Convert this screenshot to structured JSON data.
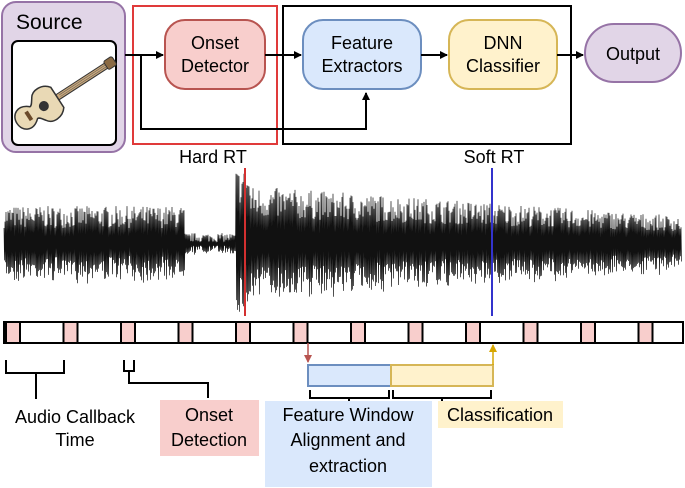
{
  "pipeline": {
    "source_label": "Source",
    "onset_detector": [
      "Onset",
      "Detector"
    ],
    "feature_extractors": [
      "Feature",
      "Extractors"
    ],
    "dnn_classifier": [
      "DNN",
      "Classifier"
    ],
    "output_label": "Output"
  },
  "markers": {
    "hard_rt": "Hard RT",
    "soft_rt": "Soft RT"
  },
  "legend": {
    "audio_callback": [
      "Audio Callback",
      "Time"
    ],
    "onset_detection": [
      "Onset",
      "Detection"
    ],
    "feature_window": [
      "Feature Window",
      "Alignment and",
      "extraction"
    ],
    "classification": "Classification"
  },
  "colors": {
    "source_fill": "#e1d5e7",
    "source_stroke": "#9673a6",
    "onset_fill": "#f8cecc",
    "onset_stroke": "#b85450",
    "feature_fill": "#dae8fc",
    "feature_stroke": "#6c8ebf",
    "dnn_fill": "#fff2cc",
    "dnn_stroke": "#d6b656",
    "hard_rt_line": "#d33030",
    "soft_rt_line": "#3333cc",
    "frame_box_red": "#e03a3a",
    "frame_pink": "#f8cecc"
  },
  "icons": {
    "source_image": "acoustic-guitar-icon"
  }
}
